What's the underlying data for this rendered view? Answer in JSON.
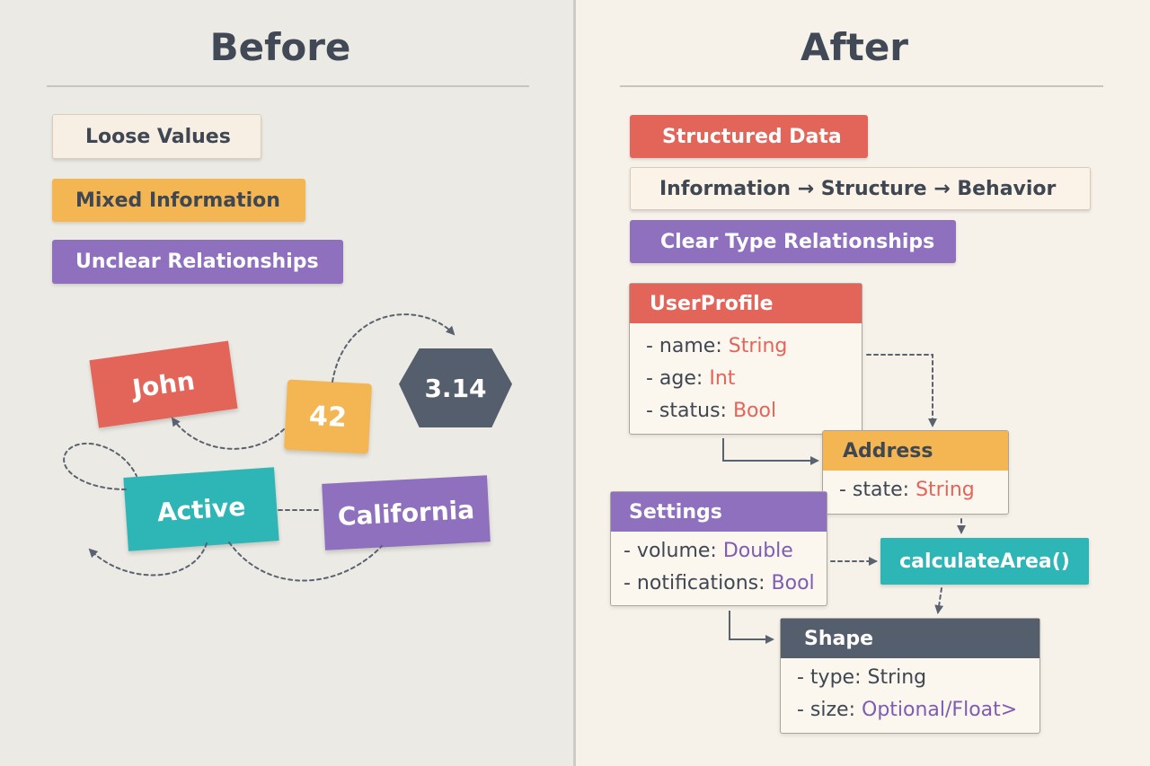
{
  "before": {
    "title": "Before",
    "tags": [
      "Loose Values",
      "Mixed Information",
      "Unclear Relationships"
    ],
    "values": [
      "John",
      "42",
      "3.14",
      "Active",
      "California"
    ]
  },
  "after": {
    "title": "After",
    "tags": [
      "Structured Data",
      "Information → Structure → Behavior",
      "Clear Type Relationships"
    ],
    "user_profile": {
      "name": "UserProfile",
      "fields": [
        {
          "key": "- name: ",
          "type": "String"
        },
        {
          "key": "- age: ",
          "type": "Int"
        },
        {
          "key": "- status: ",
          "type": "Bool"
        }
      ]
    },
    "address": {
      "name": "Address",
      "fields": [
        {
          "key": "- state: ",
          "type": "String"
        }
      ]
    },
    "settings": {
      "name": "Settings",
      "fields": [
        {
          "key": "- volume: ",
          "type": "Double"
        },
        {
          "key": "- notifications: ",
          "type": "Bool"
        }
      ]
    },
    "function": "calculateArea()",
    "shape": {
      "name": "Shape",
      "fields": [
        {
          "key": "- type: ",
          "type": "String"
        },
        {
          "key": "- size: ",
          "type": "Optional/Float>"
        }
      ]
    }
  },
  "colors": {
    "red": "#e3655a",
    "orange": "#f3b652",
    "purple": "#8e70bf",
    "teal": "#2eb5b5",
    "slate": "#555e6c"
  }
}
